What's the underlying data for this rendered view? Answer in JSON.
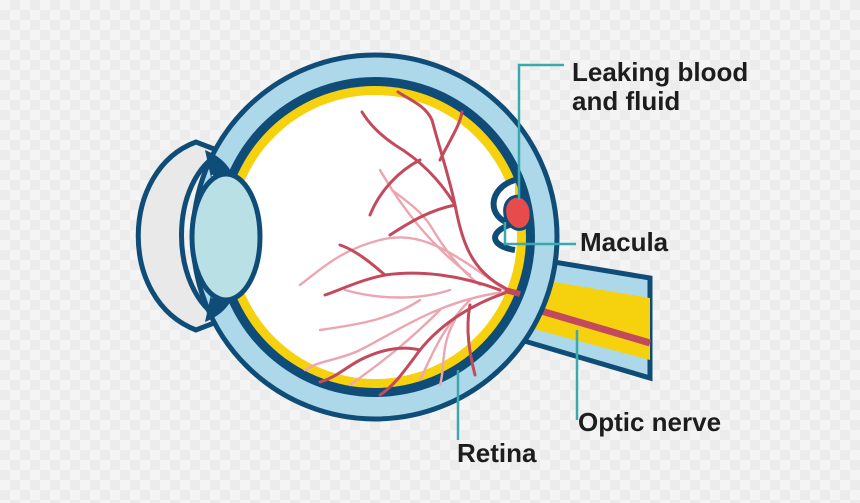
{
  "labels": {
    "leaking_line1": "Leaking blood",
    "leaking_line2": "and fluid",
    "macula": "Macula",
    "optic_nerve": "Optic nerve",
    "retina": "Retina"
  },
  "colors": {
    "sclera": "#acd8ea",
    "choroid": "#0f4d78",
    "retina": "#f6d10e",
    "lens": "#b9e1e5",
    "cornea": "#e9e9e9",
    "vessel": "#c34a5c",
    "vessel_light": "#eba6b1",
    "leak": "#e84b4b",
    "leader": "#3aa9ad",
    "interior": "#ffffff"
  },
  "icons": {
    "eye": "eye-cross-section-icon",
    "leak": "blood-leak-icon"
  }
}
